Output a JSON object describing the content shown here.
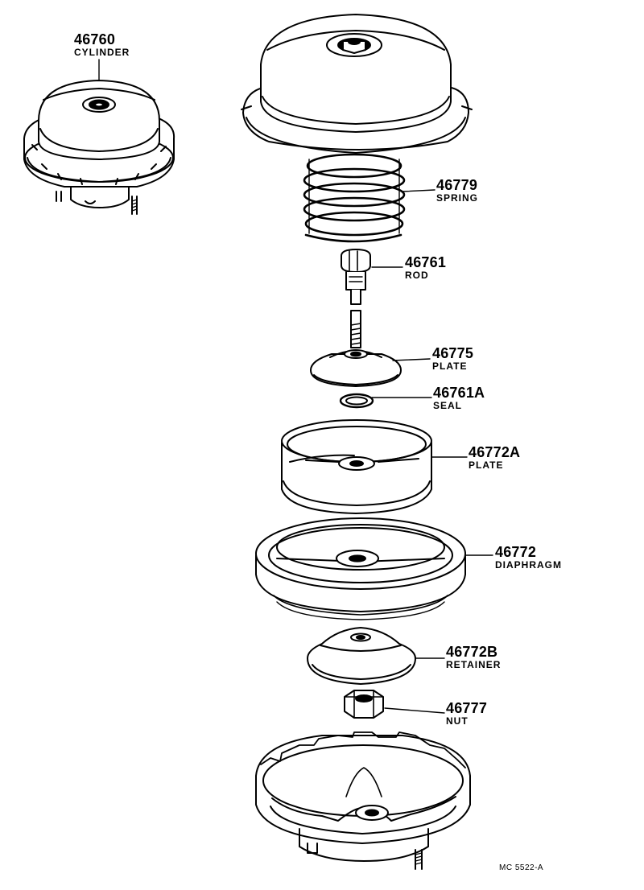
{
  "parts": [
    {
      "key": "cylinder",
      "number": "46760",
      "name": "CYLINDER"
    },
    {
      "key": "spring",
      "number": "46779",
      "name": "SPRING"
    },
    {
      "key": "rod",
      "number": "46761",
      "name": "ROD"
    },
    {
      "key": "plate",
      "number": "46775",
      "name": "PLATE"
    },
    {
      "key": "seal",
      "number": "46761A",
      "name": "SEAL"
    },
    {
      "key": "plate-a",
      "number": "46772A",
      "name": "PLATE"
    },
    {
      "key": "diaphragm",
      "number": "46772",
      "name": "DIAPHRAGM"
    },
    {
      "key": "retainer",
      "number": "46772B",
      "name": "RETAINER"
    },
    {
      "key": "nut",
      "number": "46777",
      "name": "NUT"
    }
  ],
  "drawing_ref": "MC 5522-A",
  "colors": {
    "ink": "#000000",
    "paper": "#ffffff"
  }
}
